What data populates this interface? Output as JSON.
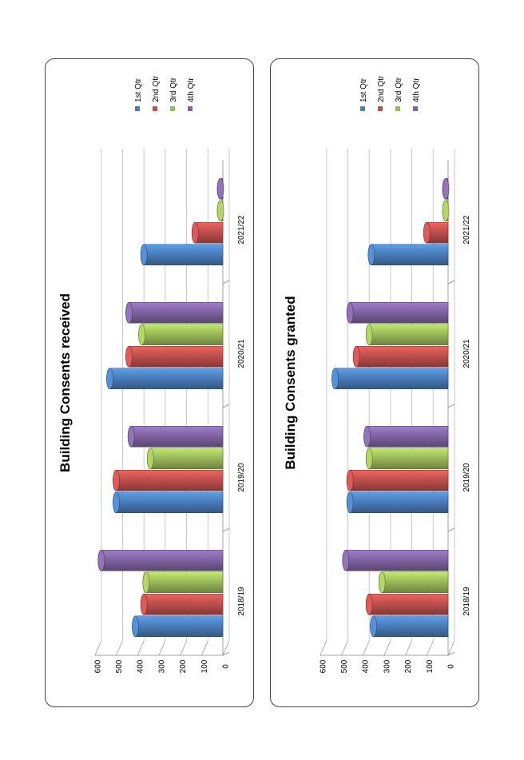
{
  "colors": {
    "1st Qtr": "#4a7ebb",
    "2nd Qtr": "#c0504d",
    "3rd Qtr": "#9bbb59",
    "4th Qtr": "#8064a2"
  },
  "chart_data": [
    {
      "type": "bar",
      "title": "Building Consents received",
      "categories": [
        "2018/19",
        "2019/20",
        "2020/21",
        "2021/22"
      ],
      "series": [
        {
          "name": "1st Qtr",
          "values": [
            410,
            500,
            530,
            370
          ]
        },
        {
          "name": "2nd Qtr",
          "values": [
            370,
            500,
            440,
            130
          ]
        },
        {
          "name": "3rd Qtr",
          "values": [
            360,
            340,
            380,
            0
          ]
        },
        {
          "name": "4th Qtr",
          "values": [
            570,
            430,
            440,
            0
          ]
        }
      ],
      "ylim": [
        0,
        600
      ],
      "yticks": [
        0,
        100,
        200,
        300,
        400,
        500,
        600
      ],
      "grid": true,
      "legend": "right"
    },
    {
      "type": "bar",
      "title": "Building Consents granted",
      "categories": [
        "2018/19",
        "2019/20",
        "2020/21",
        "2021/22"
      ],
      "series": [
        {
          "name": "1st Qtr",
          "values": [
            350,
            460,
            530,
            360
          ]
        },
        {
          "name": "2nd Qtr",
          "values": [
            370,
            460,
            430,
            100
          ]
        },
        {
          "name": "3rd Qtr",
          "values": [
            310,
            370,
            370,
            0
          ]
        },
        {
          "name": "4th Qtr",
          "values": [
            480,
            380,
            460,
            0
          ]
        }
      ],
      "ylim": [
        0,
        600
      ],
      "yticks": [
        0,
        100,
        200,
        300,
        400,
        500,
        600
      ],
      "grid": true,
      "legend": "right"
    }
  ]
}
